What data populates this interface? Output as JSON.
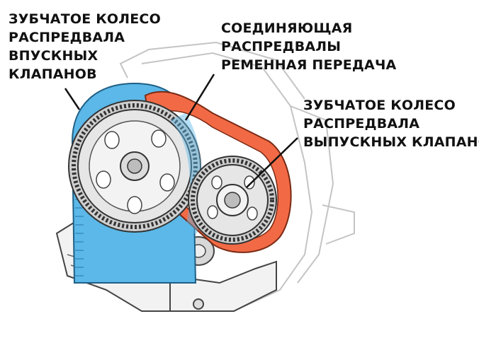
{
  "labels": {
    "intake_sprocket": {
      "lines": [
        "ЗУБЧАТОЕ КОЛЕСО",
        "РАСПРЕДВАЛА",
        "ВПУСКНЫХ",
        "КЛАПАНОВ"
      ]
    },
    "connecting_belt": {
      "lines": [
        "СОЕДИНЯЮЩАЯ",
        "РАСПРЕДВАЛЫ",
        "РЕМЕННАЯ ПЕРЕДАЧА"
      ]
    },
    "exhaust_sprocket": {
      "lines": [
        "ЗУБЧАТОЕ КОЛЕСО",
        "РАСПРЕДВАЛА",
        "ВЫПУСКНЫХ КЛАПАНОВ"
      ]
    }
  },
  "colors": {
    "intake_belt": "#5bb8e8",
    "connecting_belt": "#f26a45",
    "gear_fill": "#e6e6e6",
    "outline": "#333333",
    "housing": "#bfbfbf"
  }
}
